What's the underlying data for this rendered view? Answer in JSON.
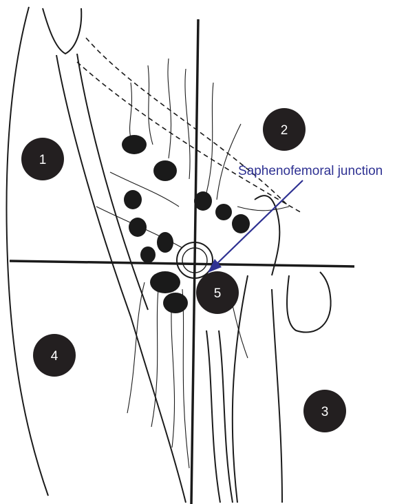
{
  "figure": {
    "callout": {
      "label": "Saphenofemoral junction",
      "color": "#2e3192"
    },
    "regions": [
      {
        "id": "region-1",
        "label": "1"
      },
      {
        "id": "region-2",
        "label": "2"
      },
      {
        "id": "region-3",
        "label": "3"
      },
      {
        "id": "region-4",
        "label": "4"
      },
      {
        "id": "region-5",
        "label": "5"
      }
    ],
    "colors": {
      "ink": "#1a1a1a",
      "badge": "#231f20",
      "badge_text": "#ffffff"
    }
  }
}
